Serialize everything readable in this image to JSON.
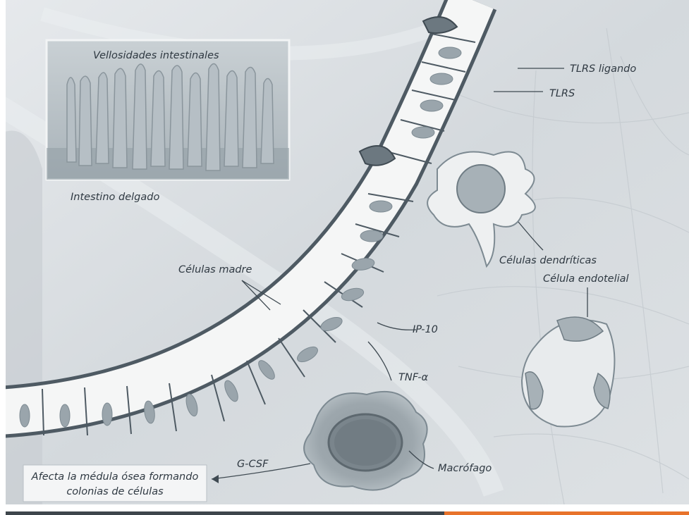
{
  "labels": {
    "villi": "Vellosidades intestinales",
    "small_intestine": "Intestino delgado",
    "tlrs_ligand": "TLRS ligando",
    "tlrs": "TLRS",
    "dendritic_cells": "Células dendríticas",
    "stem_cells": "Células madre",
    "endothelial_cell": "Célula endotelial",
    "ip10": "IP-10",
    "tnf_alpha": "TNF-α",
    "gcsf": "G-CSF",
    "macrophage": "Macrófago"
  },
  "note_box": {
    "line1": "Afecta la médula ósea formando",
    "line2": "colonias de células"
  },
  "colors": {
    "background": "#d9dde1",
    "tissue": "#f5f6f6",
    "tissue_edge": "#4e5a63",
    "nucleus": "#9aa5ac",
    "label_text": "#2f3942",
    "bar_dark": "#3e464c",
    "bar_accent": "#e8732b"
  }
}
